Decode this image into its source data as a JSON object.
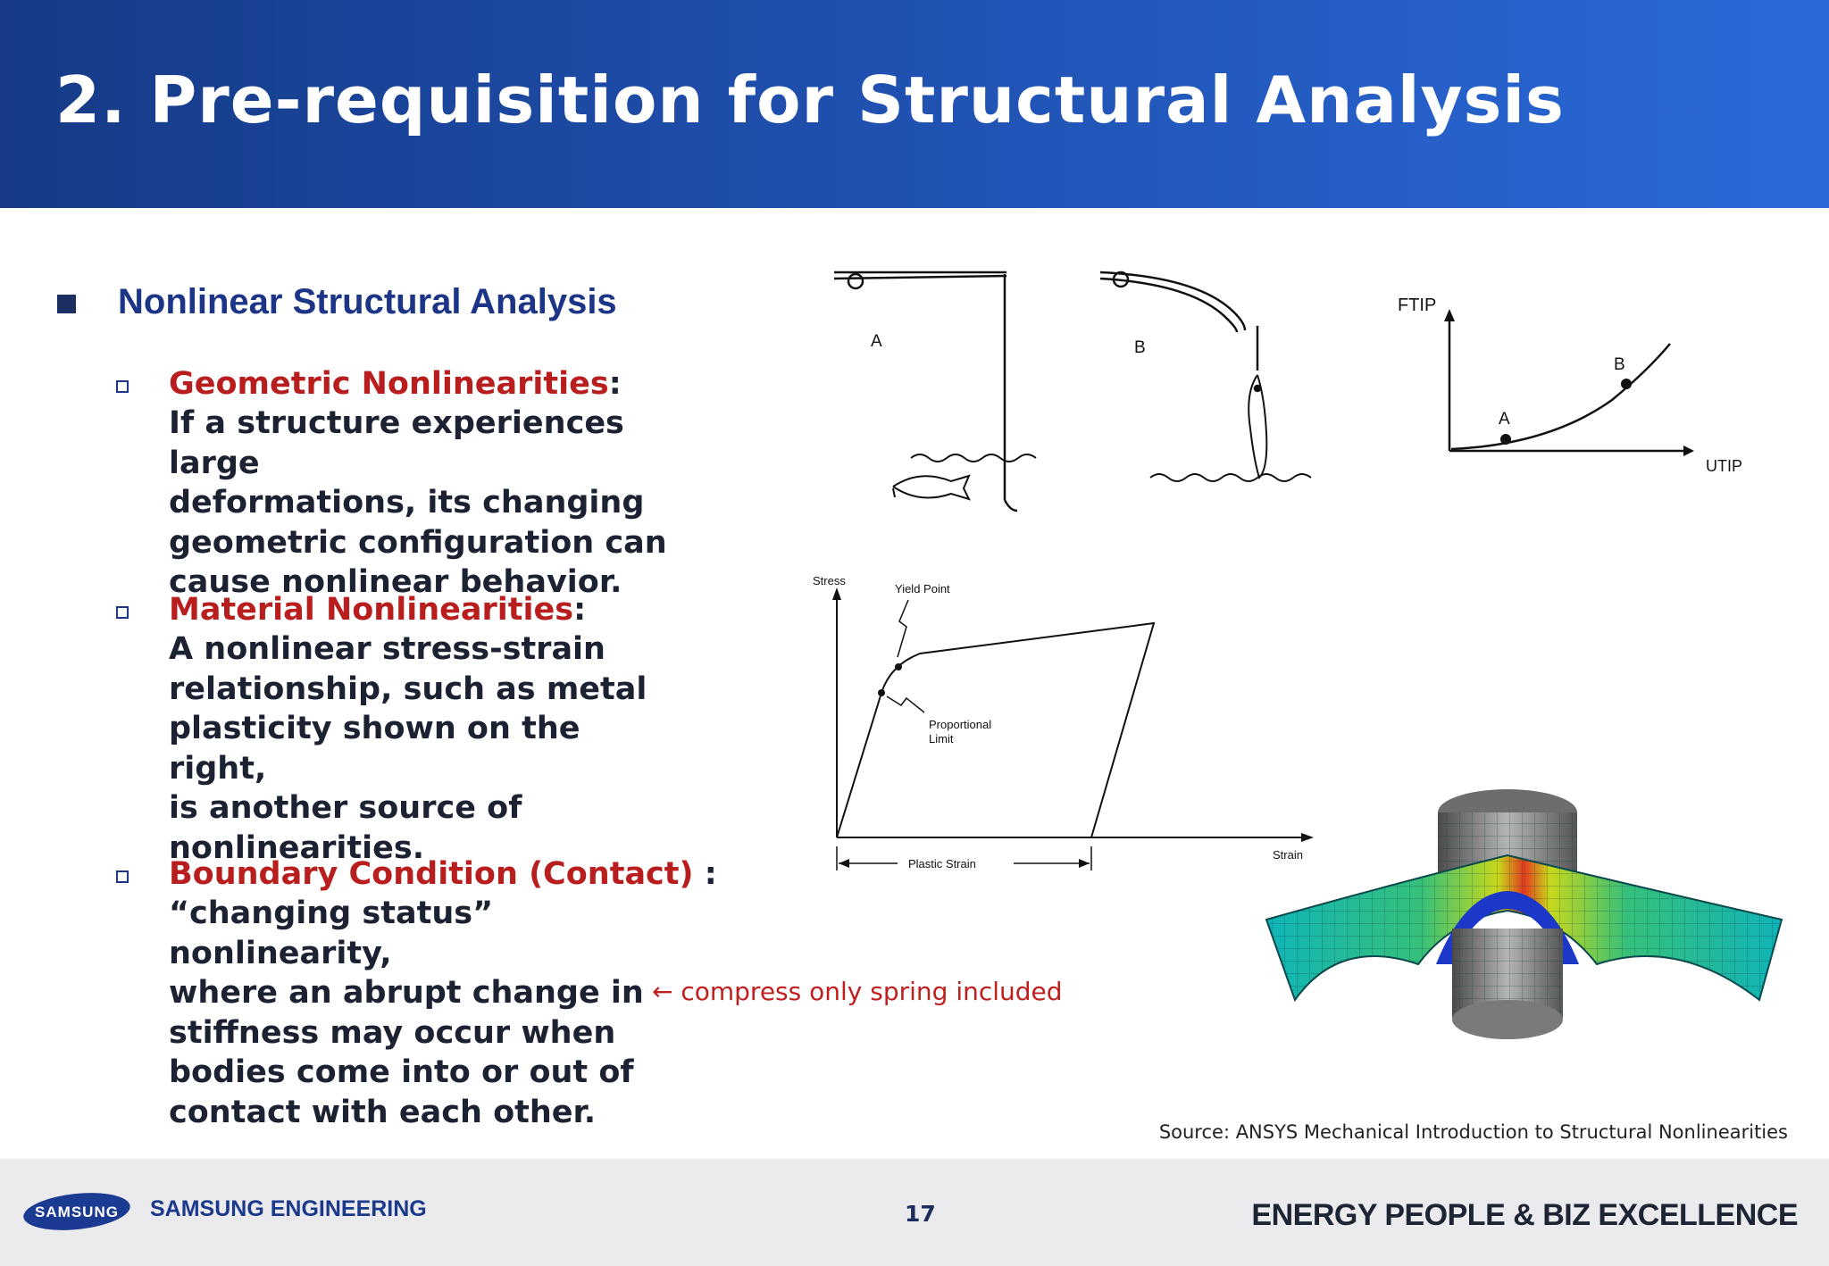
{
  "slide": {
    "title": "2. Pre-requisition for Structural Analysis",
    "section_heading": "Nonlinear Structural Analysis"
  },
  "items": [
    {
      "title": "Geometric Nonlinearities",
      "suffix": ":",
      "body": "If a structure experiences large\ndeformations, its changing\ngeometric configuration can\ncause nonlinear behavior."
    },
    {
      "title": "Material Nonlinearities",
      "suffix": ":",
      "body": "A nonlinear stress-strain\nrelationship, such as metal\nplasticity shown on the right,\nis another source of\nnonlinearities."
    },
    {
      "title": "Boundary Condition (Contact)",
      "suffix": " :",
      "body": "“changing status” nonlinearity,\nwhere an abrupt change in\nstiffness may occur when\nbodies come into or out of\ncontact with each other."
    }
  ],
  "note": "← compress only spring included",
  "source": "Source: ANSYS Mechanical Introduction to Structural Nonlinearities",
  "figures": {
    "fishing": {
      "label_a": "A",
      "label_b": "B"
    },
    "force_plot": {
      "y_label": "FTIP",
      "x_label": "UTIP",
      "point_a": "A",
      "point_b": "B"
    },
    "stress_strain": {
      "y_label": "Stress",
      "x_label": "Strain",
      "yield_label": "Yield Point",
      "proportional_label_1": "Proportional",
      "proportional_label_2": "Limit",
      "plastic_label": "Plastic Strain"
    }
  },
  "footer": {
    "logo_text": "SAMSUNG",
    "company": "SAMSUNG ENGINEERING",
    "page_number": "17",
    "slogan": "ENERGY PEOPLE & BIZ EXCELLENCE"
  },
  "colors": {
    "header_start": "#163a86",
    "header_end": "#2a6ad8",
    "accent_red": "#b81e1e",
    "heading_blue": "#1c3587"
  }
}
